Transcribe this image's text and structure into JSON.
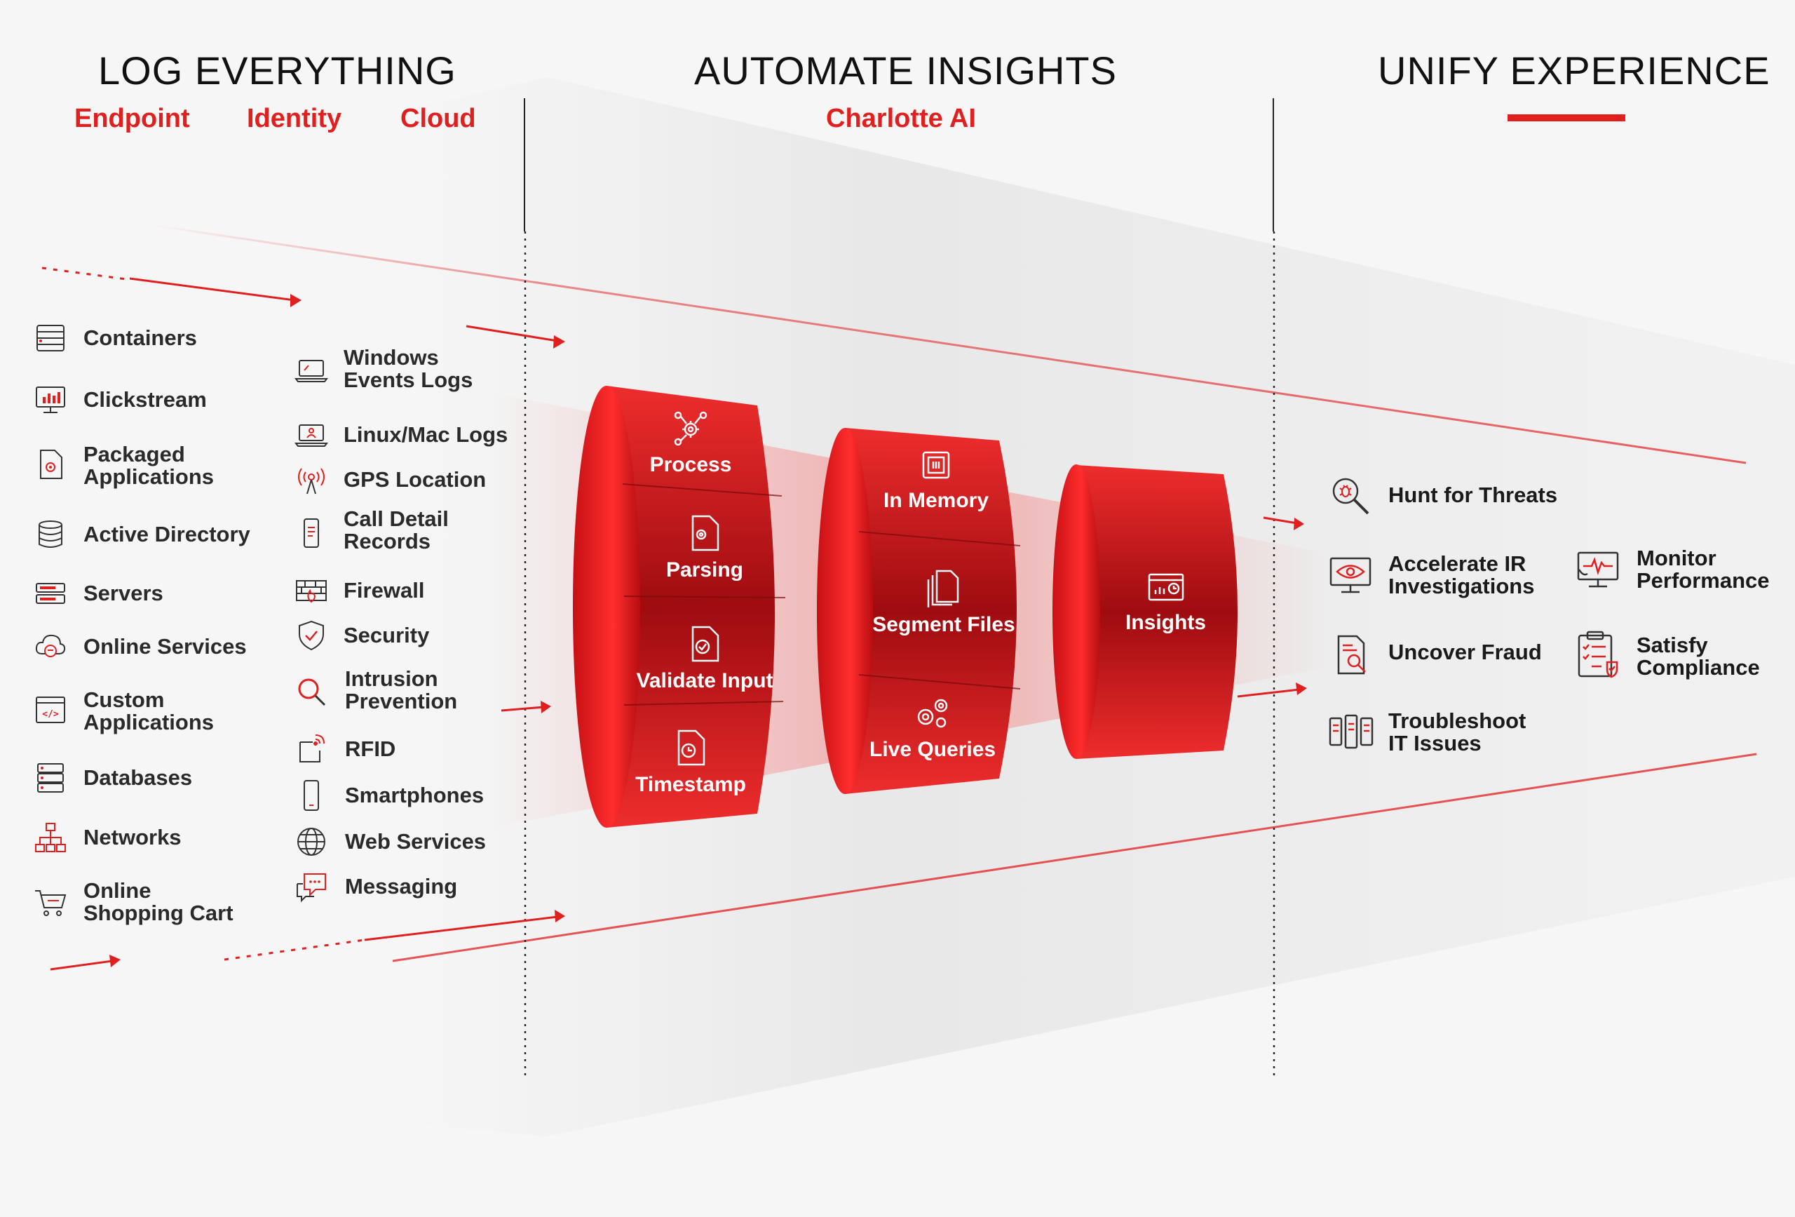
{
  "sections": {
    "log": {
      "title": "LOG EVERYTHING",
      "subtitles": [
        "Endpoint",
        "Identity",
        "Cloud"
      ]
    },
    "automate": {
      "title": "AUTOMATE INSIGHTS",
      "subtitle": "Charlotte AI"
    },
    "unify": {
      "title": "UNIFY EXPERIENCE"
    }
  },
  "sources_left": [
    {
      "label": "Containers",
      "icon": "server-rack-icon"
    },
    {
      "label": "Clickstream",
      "icon": "monitor-chart-icon"
    },
    {
      "label": "Packaged\nApplications",
      "icon": "package-file-icon"
    },
    {
      "label": "Active Directory",
      "icon": "database-icon"
    },
    {
      "label": "Servers",
      "icon": "servers-icon"
    },
    {
      "label": "Online Services",
      "icon": "cloud-chat-icon"
    },
    {
      "label": "Custom\nApplications",
      "icon": "code-window-icon"
    },
    {
      "label": "Databases",
      "icon": "database-stack-icon"
    },
    {
      "label": "Networks",
      "icon": "network-icon"
    },
    {
      "label": "Online\nShopping Cart",
      "icon": "shopping-cart-icon"
    }
  ],
  "sources_right": [
    {
      "label": "Windows\nEvents Logs",
      "icon": "laptop-icon"
    },
    {
      "label": "Linux/Mac Logs",
      "icon": "laptop-user-icon"
    },
    {
      "label": "GPS Location",
      "icon": "gps-signal-icon"
    },
    {
      "label": "Call Detail\nRecords",
      "icon": "phone-doc-icon"
    },
    {
      "label": "Firewall",
      "icon": "firewall-icon"
    },
    {
      "label": "Security",
      "icon": "shield-check-icon"
    },
    {
      "label": "Intrusion\nPrevention",
      "icon": "magnifier-icon"
    },
    {
      "label": "RFID",
      "icon": "rfid-icon"
    },
    {
      "label": "Smartphones",
      "icon": "smartphone-icon"
    },
    {
      "label": "Web Services",
      "icon": "globe-icon"
    },
    {
      "label": "Messaging",
      "icon": "messaging-icon"
    }
  ],
  "stage1": [
    "Process",
    "Parsing",
    "Validate Input",
    "Timestamp"
  ],
  "stage2": [
    "In Memory",
    "Segment Files",
    "Live Queries"
  ],
  "stage3": [
    "Insights"
  ],
  "outcomes": [
    {
      "label": "Hunt for Threats",
      "icon": "bug-search-icon"
    },
    {
      "label": "Accelerate IR\nInvestigations",
      "icon": "eye-monitor-icon"
    },
    {
      "label": "Monitor\nPerformance",
      "icon": "monitor-pulse-icon"
    },
    {
      "label": "Uncover Fraud",
      "icon": "doc-search-icon"
    },
    {
      "label": "Satisfy\nCompliance",
      "icon": "clipboard-check-icon"
    },
    {
      "label": "Troubleshoot\nIT Issues",
      "icon": "server-tools-icon"
    }
  ],
  "colors": {
    "accent": "#e01f1f",
    "dark_red": "#a30d12",
    "text": "#1a1a1a"
  }
}
